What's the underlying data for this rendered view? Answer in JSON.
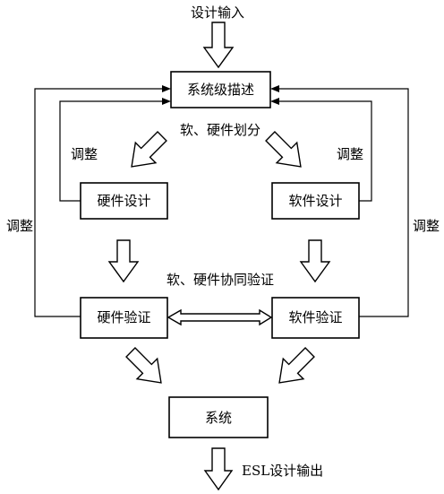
{
  "labels": {
    "design_input": "设计输入",
    "system_description": "系统级描述",
    "hw_sw_partition": "软、硬件划分",
    "adjust": "调整",
    "hardware_design": "硬件设计",
    "software_design": "软件设计",
    "co_verification": "软、硬件协同验证",
    "hardware_verification": "硬件验证",
    "software_verification": "软件验证",
    "system": "系统",
    "esl_design_output": "ESL设计输出"
  }
}
